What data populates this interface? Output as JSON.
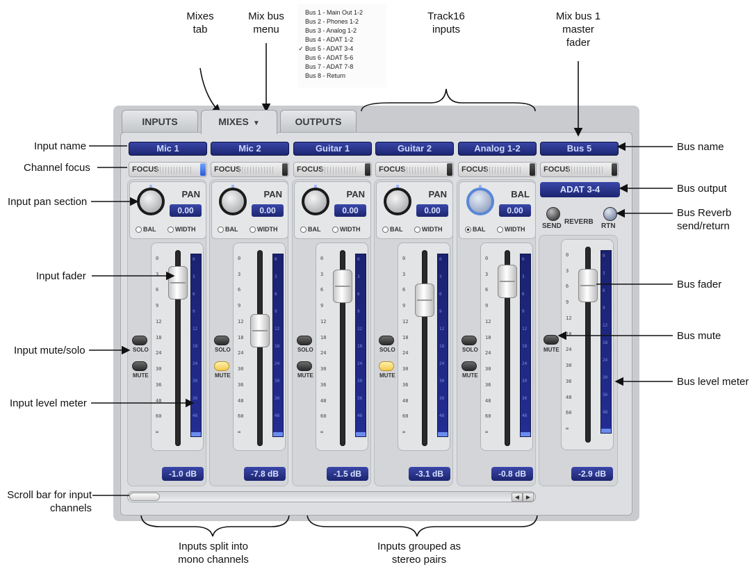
{
  "annotations": {
    "mixes_tab": "Mixes\ntab",
    "mix_bus_menu": "Mix bus\nmenu",
    "track16_inputs": "Track16\ninputs",
    "mix_bus_1_master_fader": "Mix bus 1\nmaster\nfader",
    "input_name": "Input name",
    "channel_focus": "Channel focus",
    "input_pan_section": "Input pan section",
    "input_fader": "Input fader",
    "input_mute_solo": "Input mute/solo",
    "input_level_meter": "Input level meter",
    "scroll_bar": "Scroll bar for input\nchannels",
    "bus_name": "Bus name",
    "bus_output": "Bus output",
    "bus_reverb": "Bus Reverb\nsend/return",
    "bus_fader": "Bus fader",
    "bus_mute": "Bus mute",
    "bus_level_meter": "Bus level meter",
    "inputs_split": "Inputs split into\nmono channels",
    "inputs_grouped": "Inputs grouped as\nstereo pairs"
  },
  "bus_menu": [
    {
      "label": "Bus 1 - Main Out 1-2",
      "checked": false
    },
    {
      "label": "Bus 2 - Phones 1-2",
      "checked": false
    },
    {
      "label": "Bus 3 - Analog 1-2",
      "checked": false
    },
    {
      "label": "Bus 4 - ADAT 1-2",
      "checked": false
    },
    {
      "label": "Bus 5 - ADAT 3-4",
      "checked": true
    },
    {
      "label": "Bus 6 - ADAT 5-6",
      "checked": false
    },
    {
      "label": "Bus 7 - ADAT 7-8",
      "checked": false
    },
    {
      "label": "Bus 8 - Return",
      "checked": false
    }
  ],
  "check_mark": "✓",
  "tabs": {
    "inputs": "INPUTS",
    "mixes": "MIXES",
    "outputs": "OUTPUTS",
    "mixes_arrow": "▼"
  },
  "channels": [
    {
      "name": "Mic 1",
      "focus": "FOCUS",
      "focus_on": true,
      "pan_label": "PAN",
      "pan_value": "0.00",
      "bal": "BAL",
      "width": "WIDTH",
      "bal_selected": false,
      "solo": "SOLO",
      "mute": "MUTE",
      "mute_lit": false,
      "fader_level": 0.9,
      "db": "-1.0 dB"
    },
    {
      "name": "Mic 2",
      "focus": "FOCUS",
      "focus_on": false,
      "pan_label": "PAN",
      "pan_value": "0.00",
      "bal": "BAL",
      "width": "WIDTH",
      "bal_selected": false,
      "solo": "SOLO",
      "mute": "MUTE",
      "mute_lit": true,
      "fader_level": 0.6,
      "db": "-7.8 dB"
    },
    {
      "name": "Guitar 1",
      "focus": "FOCUS",
      "focus_on": false,
      "pan_label": "PAN",
      "pan_value": "0.00",
      "bal": "BAL",
      "width": "WIDTH",
      "bal_selected": false,
      "solo": "SOLO",
      "mute": "MUTE",
      "mute_lit": false,
      "fader_level": 0.88,
      "db": "-1.5 dB"
    },
    {
      "name": "Guitar 2",
      "focus": "FOCUS",
      "focus_on": false,
      "pan_label": "PAN",
      "pan_value": "0.00",
      "bal": "BAL",
      "width": "WIDTH",
      "bal_selected": false,
      "solo": "SOLO",
      "mute": "MUTE",
      "mute_lit": true,
      "fader_level": 0.79,
      "db": "-3.1 dB"
    },
    {
      "name": "Analog 1-2",
      "focus": "FOCUS",
      "focus_on": false,
      "pan_label": "BAL",
      "pan_value": "0.00",
      "bal": "BAL",
      "width": "WIDTH",
      "bal_selected": true,
      "solo": "SOLO",
      "mute": "MUTE",
      "mute_lit": false,
      "fader_level": 0.91,
      "db": "-0.8 dB"
    }
  ],
  "scale_ticks": [
    "0",
    "3",
    "6",
    "9",
    "12",
    "18",
    "24",
    "30",
    "36",
    "48",
    "60",
    "∞"
  ],
  "meter_ticks": [
    "0",
    "3",
    "6",
    "9",
    "12",
    "18",
    "24",
    "30",
    "36",
    "48"
  ],
  "bus": {
    "name": "Bus 5",
    "focus": "FOCUS",
    "output": "ADAT 3-4",
    "send": "SEND",
    "reverb": "REVERB",
    "rtn": "RTN",
    "mute": "MUTE",
    "fader_level": 0.86,
    "db": "-2.9 dB"
  },
  "scroll": {
    "left_arrow": "◀",
    "right_arrow": "▶"
  },
  "colors": {
    "accent_blue": "#1c2570",
    "lit_button": "#f2c94c",
    "meter": "#232d93"
  }
}
